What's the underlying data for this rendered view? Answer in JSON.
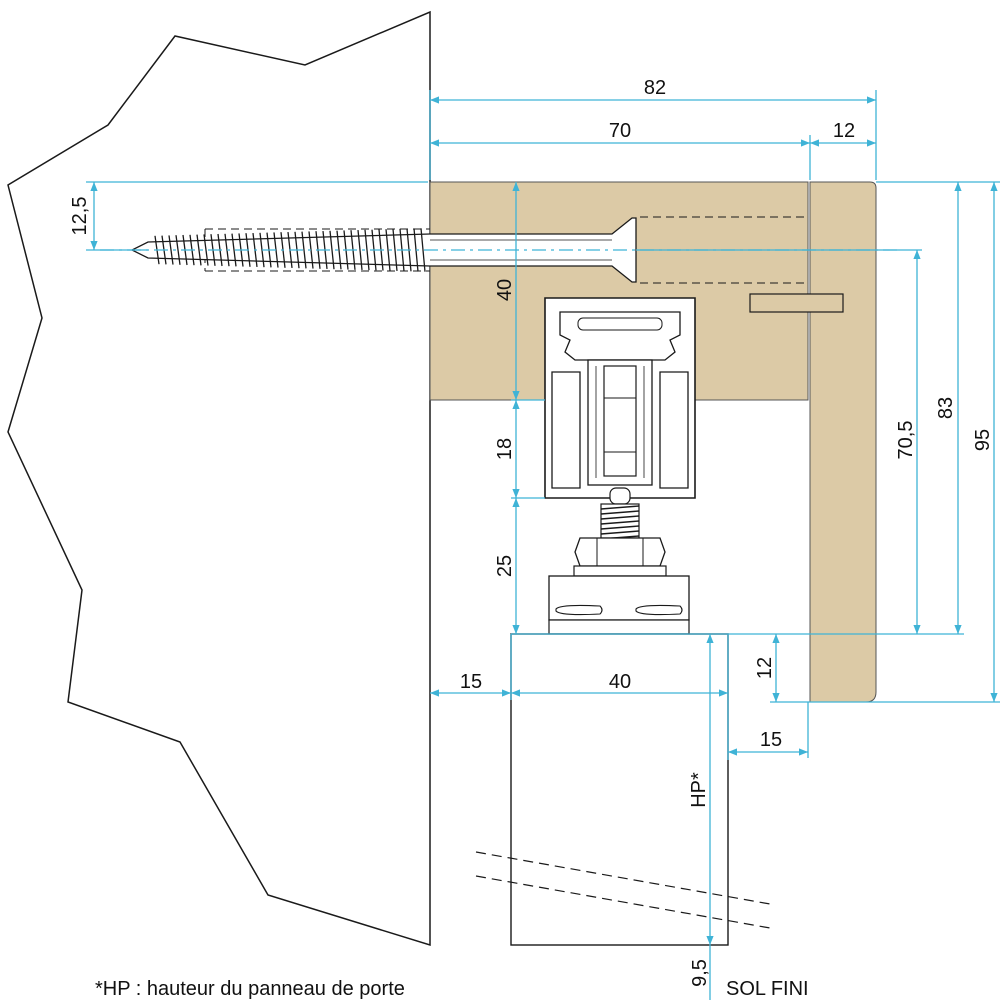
{
  "colors": {
    "wood": "#dccaa6",
    "dimension": "#3fb3d6",
    "outline": "#1a1a1a",
    "hardware": "#ffffff"
  },
  "dimensions": {
    "total_width": "82",
    "bracket_width": "70",
    "front_width": "12",
    "screw_offset": "12,5",
    "bracket_height": "40",
    "track_height": "18",
    "hanger_height": "25",
    "door_offset": "15",
    "door_thickness": "40",
    "gap_height": "12",
    "front_gap": "15",
    "height_70_5": "70,5",
    "height_83": "83",
    "height_95": "95",
    "panel_height": "HP*",
    "floor_gap": "9,5"
  },
  "labels": {
    "floor": "SOL FINI",
    "footnote": "*HP : hauteur du panneau de porte"
  }
}
